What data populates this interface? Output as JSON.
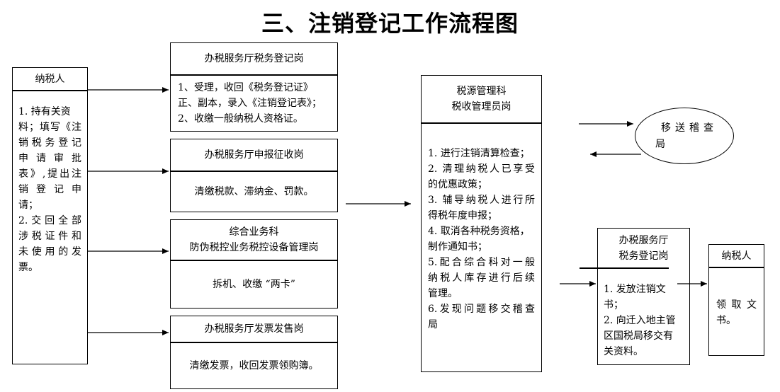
{
  "title": "三、注销登记工作流程图",
  "taxpayer_left": {
    "header": "纳税人",
    "lines": [
      "1. 持有关资",
      "料；填写《注",
      "销税务登记",
      "申 请 审 批",
      "表》,提出注",
      "销 登 记 申",
      "请；",
      "2.交回全部",
      "涉税证件和",
      "未使用的发",
      "票。"
    ]
  },
  "registration_post": {
    "header": "办税服务厅税务登记岗",
    "lines": [
      "1、受理，收回《税务登记证》",
      "正、副本，录入《注销登记表》；",
      "2、收缴一般纳税人资格证。"
    ]
  },
  "levy_post": {
    "header": "办税服务厅申报征收岗",
    "body": "清缴税款、滞纳金、罚款。"
  },
  "control_post": {
    "header_lines": [
      "综合业务科",
      "防伪税控业务税控设备管理岗"
    ],
    "body": "拆机、收缴 “两卡”"
  },
  "invoice_post": {
    "header": "办税服务厅发票发售岗",
    "body": "清缴发票，收回发票领购簿。"
  },
  "tax_source": {
    "header_lines": [
      "税源管理科",
      "税收管理员岗"
    ],
    "lines": [
      "1. 进行注销清算检查；",
      "2. 清理纳税人已享受",
      "的优惠政策；",
      "3. 辅导纳税人进行所",
      "得税年度申报；",
      "4. 取消各种税务资格，",
      "制作通知书；",
      "5.配合综合科对一般",
      "纳税人库存进行后续",
      "管理。",
      "6.发现问题移交稽查",
      "局"
    ]
  },
  "inspection": {
    "line1": "移送稽查",
    "line2": "局"
  },
  "registration_final": {
    "header_lines": [
      "办税服务厅",
      "税务登记岗"
    ],
    "lines": [
      "1. 发放注销文",
      "书；",
      "2. 向迁入地主管",
      "区国税局移交有",
      "关资料。"
    ]
  },
  "taxpayer_right": {
    "header": "纳税人",
    "lines": [
      "领 取 文",
      "书。"
    ]
  }
}
